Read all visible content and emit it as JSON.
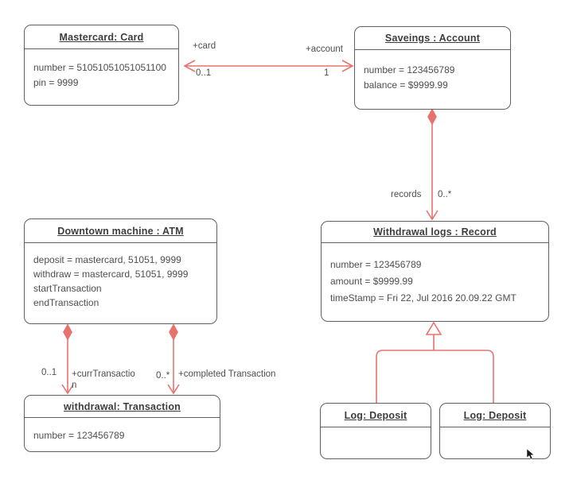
{
  "diagram": {
    "kind": "uml-object-diagram",
    "colors": {
      "connector": "#e8736e",
      "box_border": "#606060",
      "text": "#4e4e4e"
    },
    "boxes": [
      {
        "id": "mastercard",
        "title": "Mastercard: Card",
        "attrs": [
          "number = 51051051051051100",
          "pin = 9999"
        ]
      },
      {
        "id": "saveings",
        "title": "Saveings : Account",
        "attrs": [
          "number = 123456789",
          "balance = $9999.99"
        ]
      },
      {
        "id": "atm",
        "title": "Downtown machine : ATM",
        "attrs": [
          "deposit = mastercard, 51051, 9999",
          "withdraw = mastercard, 51051, 9999",
          "startTransaction",
          "endTransaction"
        ]
      },
      {
        "id": "record",
        "title": "Withdrawal logs : Record",
        "attrs": [
          "number = 123456789",
          "amount = $9999.99",
          "timeStamp = Fri 22, Jul 2016 20.09.22 GMT"
        ]
      },
      {
        "id": "transaction",
        "title": "withdrawal: Transaction",
        "attrs": [
          "number = 123456789"
        ]
      },
      {
        "id": "log1",
        "title": "Log: Deposit",
        "attrs": []
      },
      {
        "id": "log2",
        "title": "Log: Deposit",
        "attrs": []
      }
    ],
    "connectors": {
      "card_account": {
        "role_left": "+card",
        "mult_left": "0..1",
        "role_right": "+account",
        "mult_right": "1"
      },
      "account_records": {
        "role": "records",
        "mult": "0..*"
      },
      "curr_transaction": {
        "mult": "0..1",
        "role": "+currTransactio\nn"
      },
      "completed_transaction": {
        "mult": "0..*",
        "role": "+completed Transaction"
      }
    }
  }
}
